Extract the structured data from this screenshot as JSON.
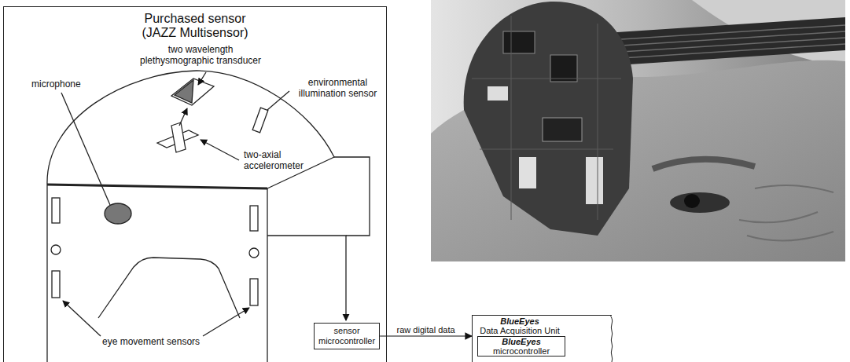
{
  "diagram": {
    "nodes": [
      {
        "text": [
          "Purchased sensor (JAZZ Multisensor)"
        ]
      },
      {
        "text": [
          "sensor microcontroller"
        ],
        "in": 0
      },
      {
        "text": [
          "BlueEyes",
          "Data Acquisition Unit"
        ]
      },
      {
        "text": [
          "BlueEyes",
          "microcontroller"
        ],
        "in": 2
      }
    ],
    "edges": [
      {
        "from": 1,
        "to": 2,
        "arrow": "to",
        "label": "raw digital data"
      }
    ],
    "labels": [
      "two wavelength plethysmographic transducer",
      "environmental illumination sensor",
      "microphone",
      "two-axial accelerometer",
      "eye movement sensors"
    ]
  }
}
